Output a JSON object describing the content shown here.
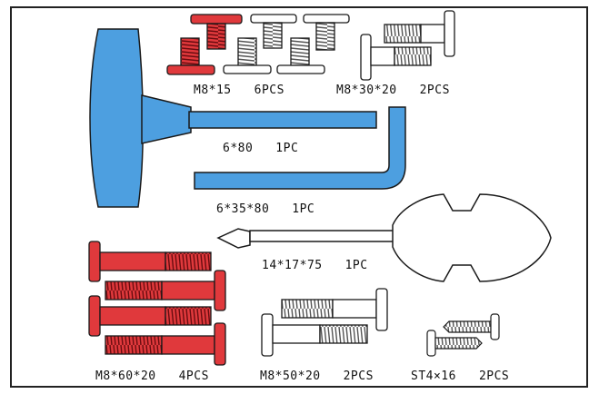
{
  "colors": {
    "tool_blue": "#4d9fe0",
    "bolt_red": "#e0393c",
    "bolt_red_dark": "#b8161e",
    "outline": "#1a1a1a",
    "frame": "#222222",
    "paper": "#ffffff",
    "thread_gray": "#9a9a9a"
  },
  "labels": {
    "m8x15": "M8*15   6PCS",
    "m8x30x20": "M8*30*20   2PCS",
    "hex6x80": "6*80   1PC",
    "allen6x35x80": "6*35*80   1PC",
    "screwdriver": "14*17*75   1PC",
    "m8x60x20": "M8*60*20   4PCS",
    "m8x50x20": "M8*50*20   2PCS",
    "st4x16": "ST4×16   2PCS"
  }
}
